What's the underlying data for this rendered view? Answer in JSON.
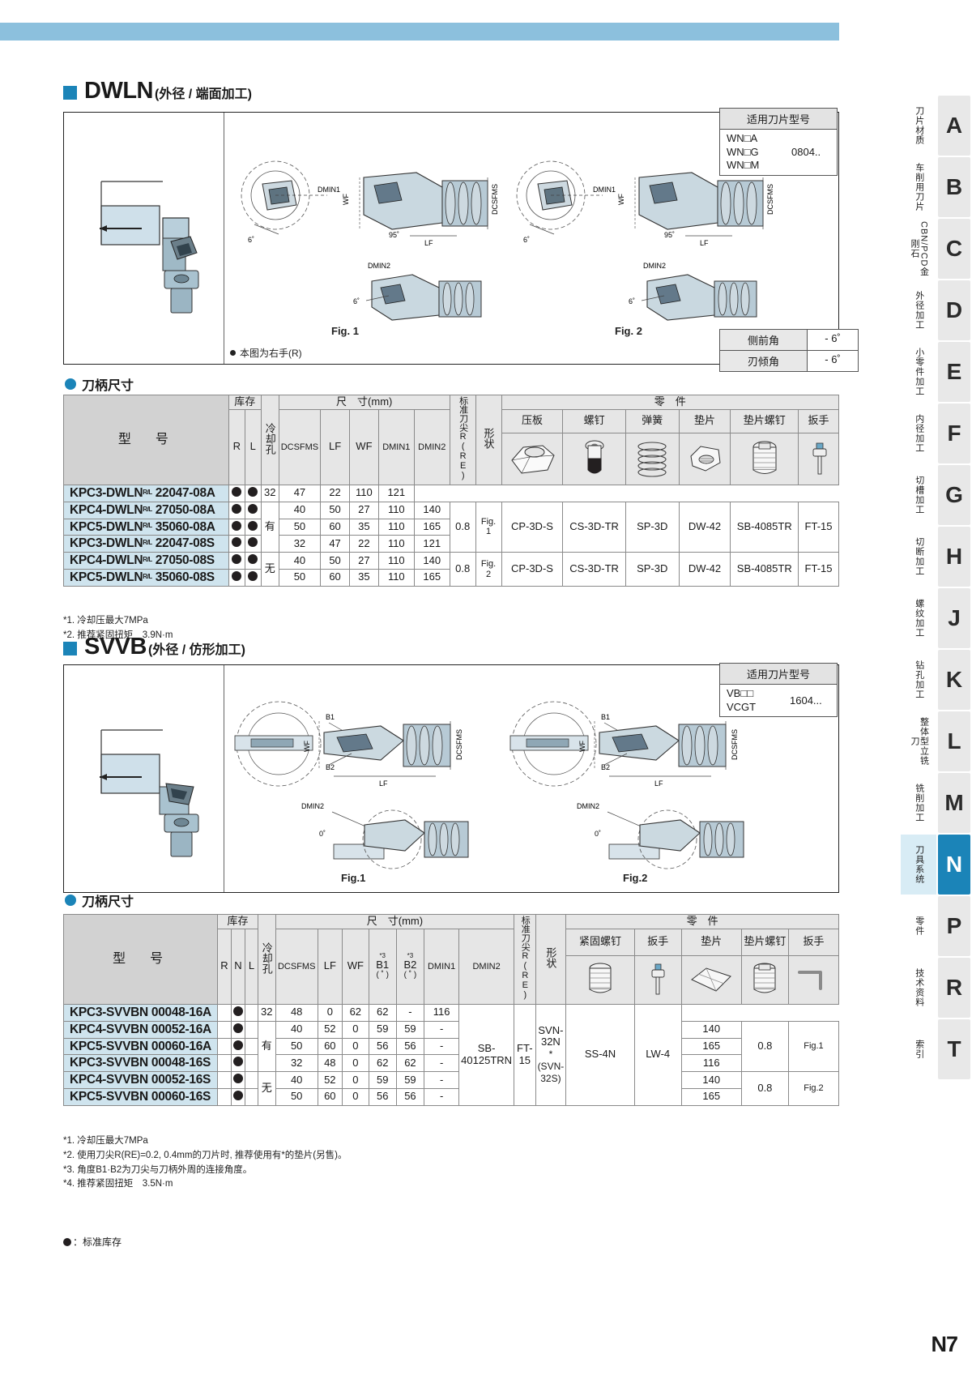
{
  "page": {
    "number": "N7",
    "legend": "：标准库存"
  },
  "rail": {
    "items": [
      {
        "label": "刀片材质",
        "letter": "A",
        "active": false
      },
      {
        "label": "车削用刀片",
        "letter": "B",
        "active": false
      },
      {
        "label": "CBN/PCD金刚石",
        "letter": "C",
        "active": false
      },
      {
        "label": "外径加工",
        "letter": "D",
        "active": false
      },
      {
        "label": "小零件加工",
        "letter": "E",
        "active": false
      },
      {
        "label": "内径加工",
        "letter": "F",
        "active": false
      },
      {
        "label": "切槽加工",
        "letter": "G",
        "active": false
      },
      {
        "label": "切断加工",
        "letter": "H",
        "active": false
      },
      {
        "label": "螺纹加工",
        "letter": "J",
        "active": false
      },
      {
        "label": "钻孔加工",
        "letter": "K",
        "active": false
      },
      {
        "label": "整体型立铣刀",
        "letter": "L",
        "active": false
      },
      {
        "label": "铣削加工",
        "letter": "M",
        "active": false
      },
      {
        "label": "刀具系统",
        "letter": "N",
        "active": true
      },
      {
        "label": "零件",
        "letter": "P",
        "active": false
      },
      {
        "label": "技术资料",
        "letter": "R",
        "active": false
      },
      {
        "label": "索引",
        "letter": "T",
        "active": false
      }
    ]
  },
  "section1": {
    "title": "DWLN",
    "subtitle": "(外径 / 端面加工)",
    "insert_box": {
      "header": "适用刀片型号",
      "codes": [
        "WN□A",
        "WN□G",
        "WN□M"
      ],
      "size": "0804.."
    },
    "angles": [
      {
        "label": "侧前角",
        "value": "- 6˚"
      },
      {
        "label": "刃倾角",
        "value": "- 6˚"
      }
    ],
    "fig_captions": [
      "Fig. 1",
      "Fig. 2"
    ],
    "hand_note": "本图为右手(R)",
    "callouts": {
      "dmin1": "DMIN1",
      "dmin2": "DMIN2",
      "dcsfms": "DCSFMS",
      "wf": "WF",
      "lf": "LF",
      "a95": "95˚",
      "a6": "6˚"
    },
    "table_title": "刀柄尺寸",
    "headers": {
      "model": "型　号",
      "stock": "库存",
      "stock_r": "R",
      "stock_l": "L",
      "coolant": "冷却孔",
      "dims": "尺　寸(mm)",
      "dcsfms": "DCSFMS",
      "lf": "LF",
      "wf": "WF",
      "dmin1": "DMIN1",
      "dmin2": "DMIN2",
      "nose_r": "标准刀尖R(RE)",
      "shape": "形状",
      "parts": "零　件",
      "clamp": "压板",
      "screw": "螺钉",
      "spring": "弹簧",
      "shim": "垫片",
      "shim_screw": "垫片螺钉",
      "wrench": "扳手"
    },
    "rows": [
      {
        "model_prefix": "KPC3-DWLN",
        "rl": "R/L",
        "model_suffix": "22047-08A",
        "r": true,
        "l": true,
        "dcsfms": "32",
        "lf": "47",
        "wf": "22",
        "dmin1": "110",
        "dmin2": "121"
      },
      {
        "model_prefix": "KPC4-DWLN",
        "rl": "R/L",
        "model_suffix": "27050-08A",
        "r": true,
        "l": true,
        "dcsfms": "40",
        "lf": "50",
        "wf": "27",
        "dmin1": "110",
        "dmin2": "140"
      },
      {
        "model_prefix": "KPC5-DWLN",
        "rl": "R/L",
        "model_suffix": "35060-08A",
        "r": true,
        "l": true,
        "dcsfms": "50",
        "lf": "60",
        "wf": "35",
        "dmin1": "110",
        "dmin2": "165"
      },
      {
        "model_prefix": "KPC3-DWLN",
        "rl": "R/L",
        "model_suffix": "22047-08S",
        "r": true,
        "l": true,
        "dcsfms": "32",
        "lf": "47",
        "wf": "22",
        "dmin1": "110",
        "dmin2": "121"
      },
      {
        "model_prefix": "KPC4-DWLN",
        "rl": "R/L",
        "model_suffix": "27050-08S",
        "r": true,
        "l": true,
        "dcsfms": "40",
        "lf": "50",
        "wf": "27",
        "dmin1": "110",
        "dmin2": "140"
      },
      {
        "model_prefix": "KPC5-DWLN",
        "rl": "R/L",
        "model_suffix": "35060-08S",
        "r": true,
        "l": true,
        "dcsfms": "50",
        "lf": "60",
        "wf": "35",
        "dmin1": "110",
        "dmin2": "165"
      }
    ],
    "groups": [
      {
        "coolant": "有",
        "nose_r": "0.8",
        "shape": "Fig. 1",
        "clamp": "CP-3D-S",
        "screw": "CS-3D-TR",
        "spring": "SP-3D",
        "shim": "DW-42",
        "shim_screw": "SB-4085TR",
        "wrench": "FT-15"
      },
      {
        "coolant": "无",
        "nose_r": "0.8",
        "shape": "Fig. 2",
        "clamp": "CP-3D-S",
        "screw": "CS-3D-TR",
        "spring": "SP-3D",
        "shim": "DW-42",
        "shim_screw": "SB-4085TR",
        "wrench": "FT-15"
      }
    ],
    "footnotes": [
      "*1. 冷却压最大7MPa",
      "*2. 推荐紧固扭矩　3.9N·m"
    ]
  },
  "section2": {
    "title": "SVVB",
    "subtitle": "(外径 / 仿形加工)",
    "insert_box": {
      "header": "适用刀片型号",
      "codes": [
        "VB□□",
        "VCGT"
      ],
      "size": "1604..."
    },
    "fig_captions": [
      "Fig.1",
      "Fig.2"
    ],
    "callouts": {
      "b1": "B1",
      "b2": "B2",
      "wf": "WF",
      "lf": "LF",
      "dcsfms": "DCSFMS",
      "dmin2": "DMIN2",
      "a0": "0˚"
    },
    "table_title": "刀柄尺寸",
    "headers": {
      "model": "型　号",
      "stock": "库存",
      "stock_r": "R",
      "stock_n": "N",
      "stock_l": "L",
      "coolant": "冷却孔",
      "dims": "尺　寸(mm)",
      "dcsfms": "DCSFMS",
      "lf": "LF",
      "wf": "WF",
      "b1": "B1",
      "b1_unit": "( ˚ )",
      "b2": "B2",
      "b2_unit": "( ˚ )",
      "b1_note": "*3",
      "b2_note": "*3",
      "dmin1": "DMIN1",
      "dmin2": "DMIN2",
      "nose_r": "标准刀尖R(RE)",
      "shape": "形状",
      "parts": "零　件",
      "clamp_screw": "紧固螺钉",
      "wrench1": "扳手",
      "shim": "垫片",
      "shim_screw": "垫片螺钉",
      "wrench2": "扳手"
    },
    "rows": [
      {
        "model": "KPC3-SVVBN 00048-16A",
        "r": false,
        "n": true,
        "l": false,
        "dcsfms": "32",
        "lf": "48",
        "wf": "0",
        "b1": "62",
        "b2": "62",
        "dmin1": "-",
        "dmin2": "116"
      },
      {
        "model": "KPC4-SVVBN 00052-16A",
        "r": false,
        "n": true,
        "l": false,
        "dcsfms": "40",
        "lf": "52",
        "wf": "0",
        "b1": "59",
        "b2": "59",
        "dmin1": "-",
        "dmin2": "140"
      },
      {
        "model": "KPC5-SVVBN 00060-16A",
        "r": false,
        "n": true,
        "l": false,
        "dcsfms": "50",
        "lf": "60",
        "wf": "0",
        "b1": "56",
        "b2": "56",
        "dmin1": "-",
        "dmin2": "165"
      },
      {
        "model": "KPC3-SVVBN 00048-16S",
        "r": false,
        "n": true,
        "l": false,
        "dcsfms": "32",
        "lf": "48",
        "wf": "0",
        "b1": "62",
        "b2": "62",
        "dmin1": "-",
        "dmin2": "116"
      },
      {
        "model": "KPC4-SVVBN 00052-16S",
        "r": false,
        "n": true,
        "l": false,
        "dcsfms": "40",
        "lf": "52",
        "wf": "0",
        "b1": "59",
        "b2": "59",
        "dmin1": "-",
        "dmin2": "140"
      },
      {
        "model": "KPC5-SVVBN 00060-16S",
        "r": false,
        "n": true,
        "l": false,
        "dcsfms": "50",
        "lf": "60",
        "wf": "0",
        "b1": "56",
        "b2": "56",
        "dmin1": "-",
        "dmin2": "165"
      }
    ],
    "groups": [
      {
        "coolant": "有",
        "nose_r": "0.8",
        "shape": "Fig.1"
      },
      {
        "coolant": "无",
        "nose_r": "0.8",
        "shape": "Fig.2"
      }
    ],
    "parts": {
      "clamp_screw": "SB-40125TRN",
      "wrench1": "FT-15",
      "shim": "SVN-32N",
      "shim_alt": "*(SVN-32S)",
      "shim_screw": "SS-4N",
      "wrench2": "LW-4"
    },
    "footnotes": [
      "*1. 冷却压最大7MPa",
      "*2. 使用刀尖R(RE)=0.2, 0.4mm的刀片时, 推荐使用有*的垫片(另售)。",
      "*3. 角度B1·B2为刀尖与刀柄外周的连接角度。",
      "*4. 推荐紧固扭矩　3.5N·m"
    ]
  }
}
